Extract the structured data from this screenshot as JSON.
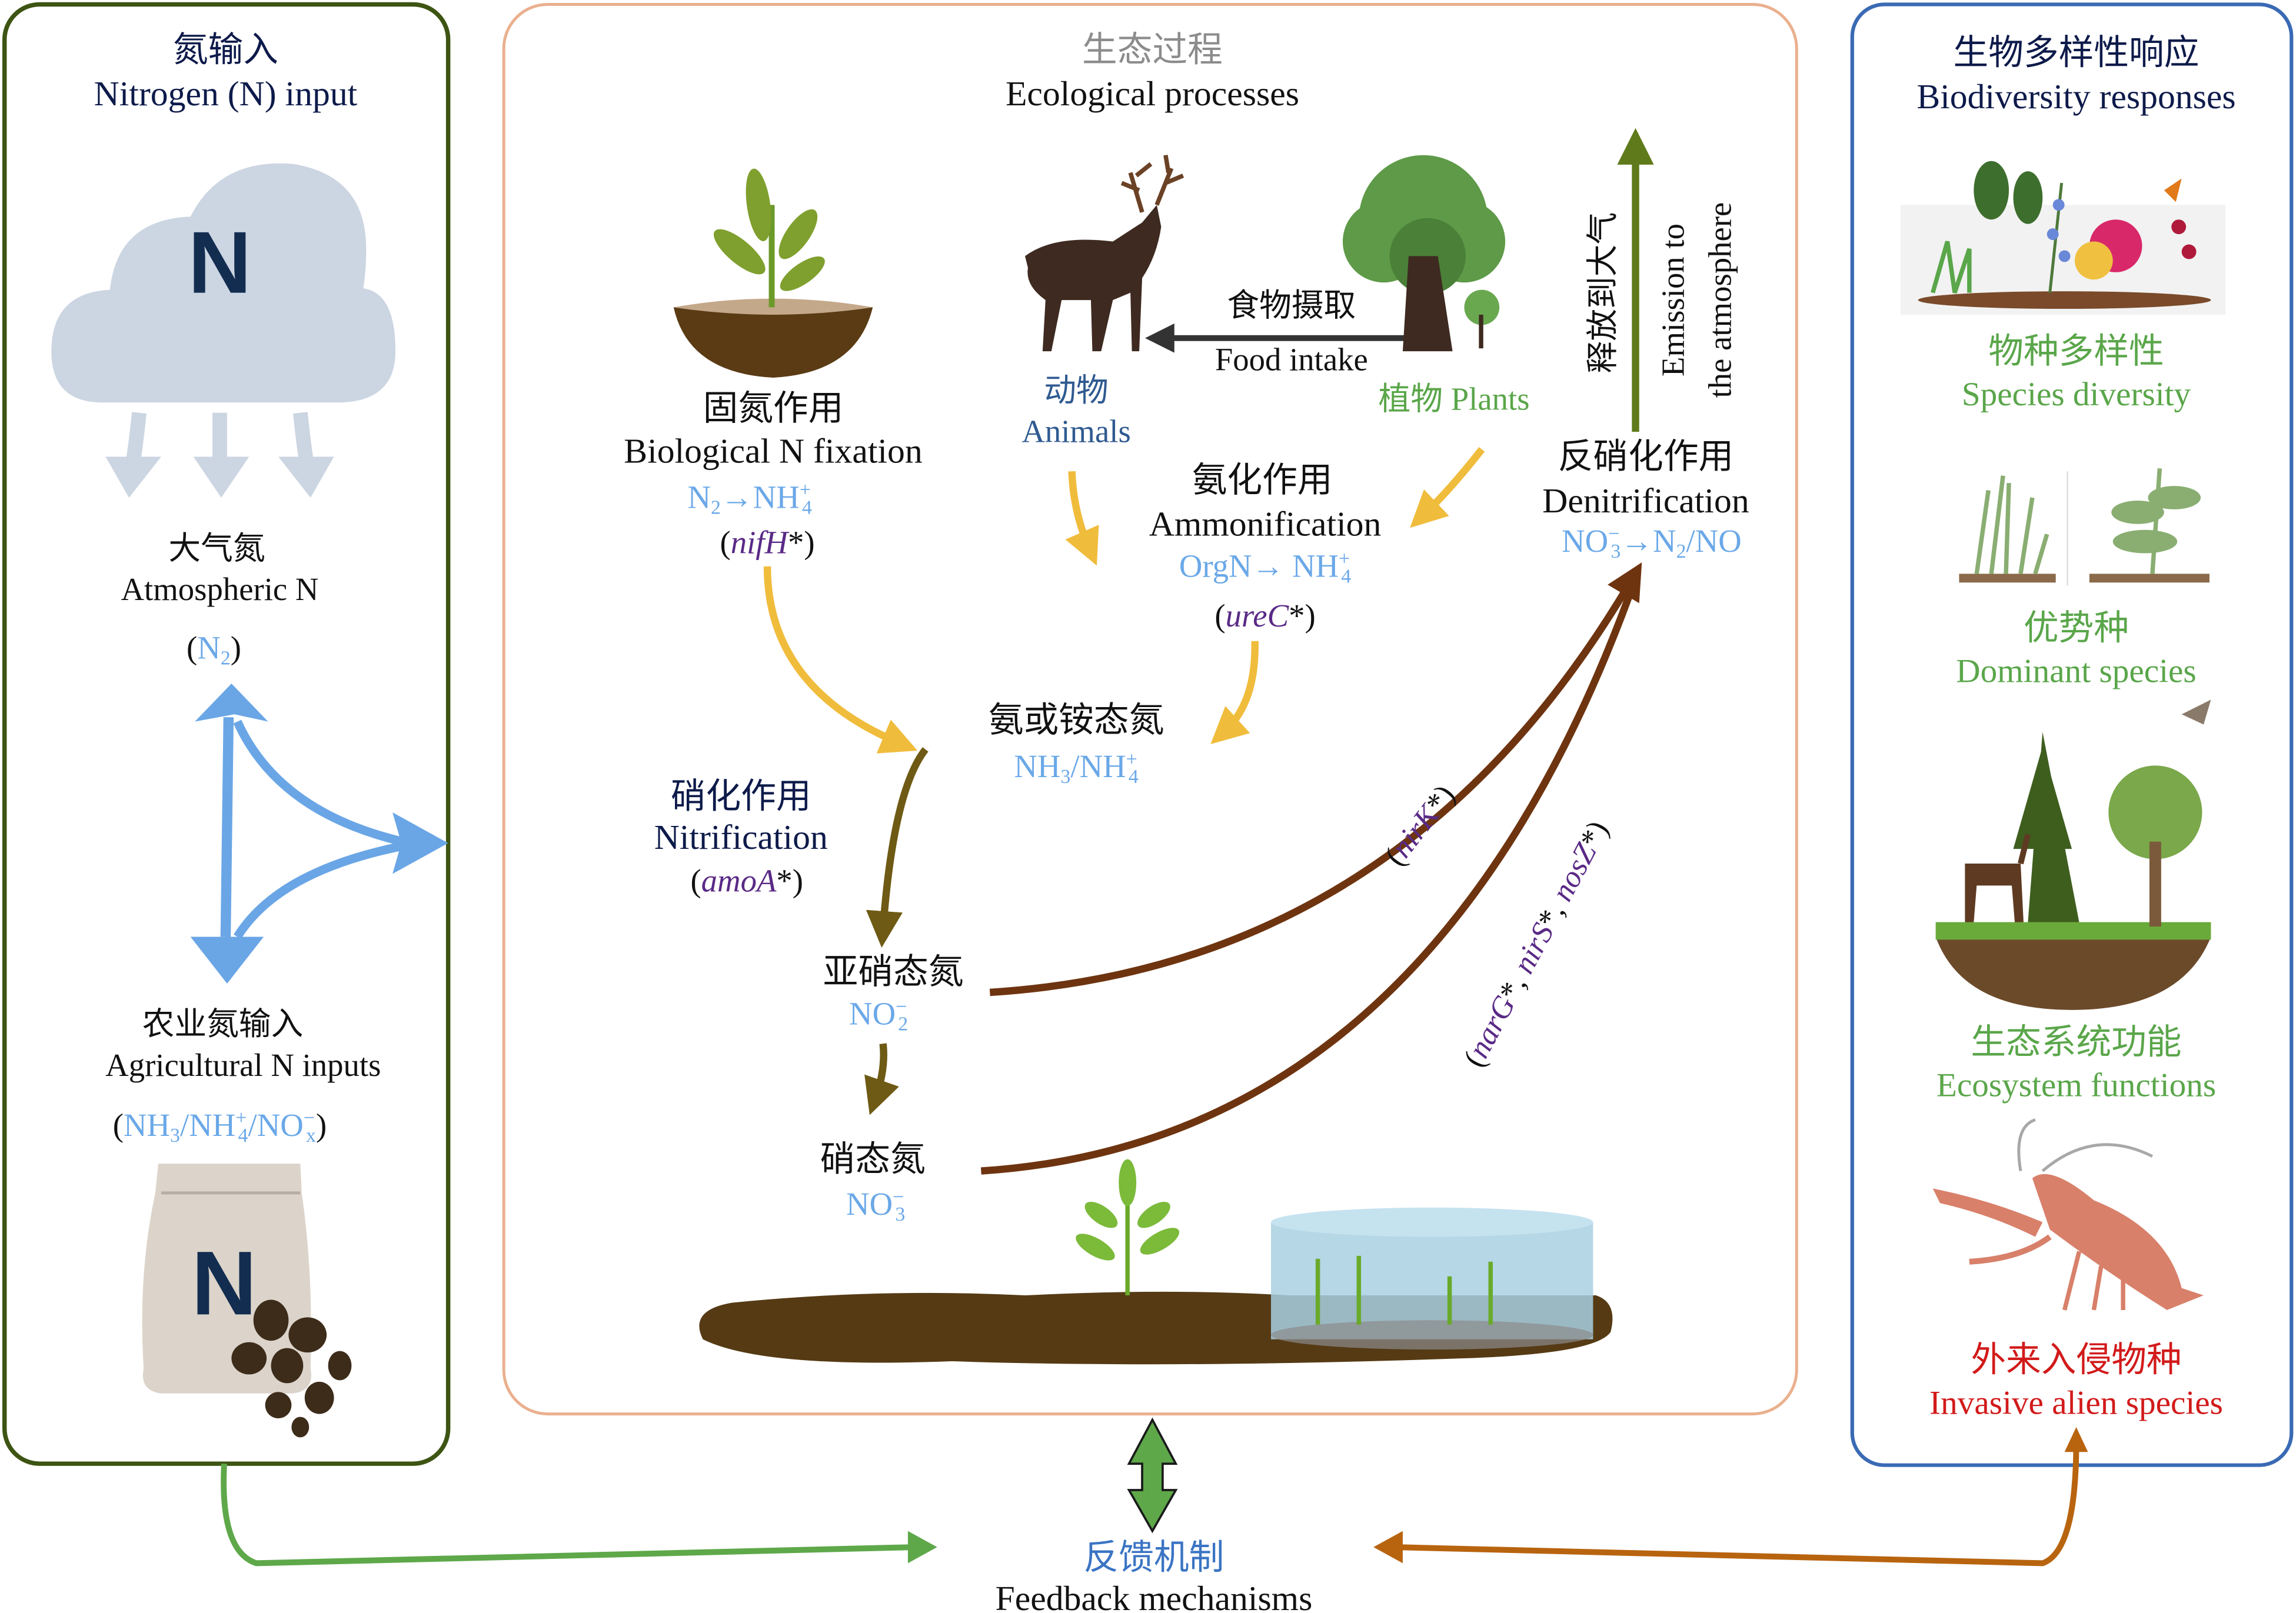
{
  "panels": {
    "left": {
      "title_zh": "氮输入",
      "title_en": "Nitrogen (N) input",
      "cloud_letter": "N",
      "atmospheric": {
        "zh": "大气氮",
        "en": "Atmospheric N",
        "formula": {
          "open": "(",
          "n": "N",
          "sub": "2",
          "close": ")"
        }
      },
      "agricultural": {
        "zh": "农业氮输入",
        "en": "Agricultural N inputs",
        "formula": {
          "open": "(",
          "nh3": "NH",
          "nh3_sub": "3",
          "slash1": "/",
          "nh4": "NH",
          "nh4_sup": "+",
          "nh4_sub": "4",
          "slash2": "/",
          "nox": "NO",
          "nox_sup": "−",
          "nox_sub": "x",
          "close": ")"
        }
      },
      "bag_letter": "N",
      "border_color": "#3d5413"
    },
    "center": {
      "title_zh": "生态过程",
      "title_en": "Ecological processes",
      "border_color": "#eab08e",
      "fixation": {
        "zh": "固氮作用",
        "en": "Biological N fixation",
        "eq": {
          "a": "N",
          "a_sub": "2",
          "arrow": "→",
          "b": "NH",
          "b_sup": "+",
          "b_sub": "4"
        },
        "gene": {
          "open": "(",
          "name": "nifH",
          "star": "*",
          "close": ")"
        }
      },
      "animals": {
        "zh": "动物",
        "en": "Animals"
      },
      "food": {
        "zh": "食物摄取",
        "en": "Food intake"
      },
      "plants": {
        "label": "植物 Plants"
      },
      "ammonification": {
        "zh": "氨化作用",
        "en": "Ammonification",
        "eq": {
          "a": "OrgN",
          "arrow": "→ ",
          "b": "NH",
          "b_sup": "+",
          "b_sub": "4"
        },
        "gene": {
          "open": "(",
          "name": "ureC",
          "star": "*",
          "close": ")"
        }
      },
      "ammonium": {
        "zh": "氨或铵态氮",
        "eq": {
          "a": "NH",
          "a_sub": "3",
          "slash": "/",
          "b": "NH",
          "b_sup": "+",
          "b_sub": "4"
        }
      },
      "nitrification": {
        "zh": "硝化作用",
        "en": "Nitrification",
        "gene": {
          "open": "(",
          "name": "amoA",
          "star": "*",
          "close": ")"
        }
      },
      "nitrite": {
        "zh": "亚硝态氮",
        "eq": {
          "a": "NO",
          "a_sup": "−",
          "a_sub": "2"
        }
      },
      "nitrate": {
        "zh": "硝态氮",
        "eq": {
          "a": "NO",
          "a_sup": "−",
          "a_sub": "3"
        }
      },
      "denitrification": {
        "zh": "反硝化作用",
        "en": "Denitrification",
        "eq": {
          "a": "NO",
          "a_sup": "−",
          "a_sub": "3",
          "arrow": "→",
          "b": "N",
          "b_sub": "2",
          "c": "/NO"
        }
      },
      "emission": {
        "zh": "释放到大气",
        "en_line1": "Emission to",
        "en_line2": "the atmosphere"
      },
      "gene_nirk": {
        "open": "(",
        "name": "nirK",
        "star": "*",
        "close": ")"
      },
      "gene_group": {
        "open": "(",
        "g1": "narG",
        "s1": "*",
        "c1": ", ",
        "g2": "nirS",
        "s2": "*",
        "c2": ", ",
        "g3": "nosZ",
        "s3": "*",
        "close": ")"
      }
    },
    "right": {
      "title_zh": "生物多样性响应",
      "title_en": "Biodiversity responses",
      "border_color": "#3a6ab4",
      "items": [
        {
          "zh": "物种多样性",
          "en": "Species diversity",
          "color": "#5aa64a"
        },
        {
          "zh": "优势种",
          "en": "Dominant species",
          "color": "#5aa64a"
        },
        {
          "zh": "生态系统功能",
          "en": "Ecosystem functions",
          "color": "#5aa64a"
        },
        {
          "zh": "外来入侵物种",
          "en": "Invasive alien species",
          "color": "#d21a1a"
        }
      ]
    }
  },
  "feedback": {
    "zh": "反馈机制",
    "en": "Feedback mechanisms"
  },
  "colors": {
    "blue_arrow": "#6aa6e6",
    "yellow_arrow": "#f0bc3c",
    "olive_arrow": "#6e5a14",
    "brown_arrow": "#6e3410",
    "emission_arrow": "#5e7a1a",
    "green_arrow": "#5ea84a",
    "orange_arrow": "#b8640f"
  }
}
